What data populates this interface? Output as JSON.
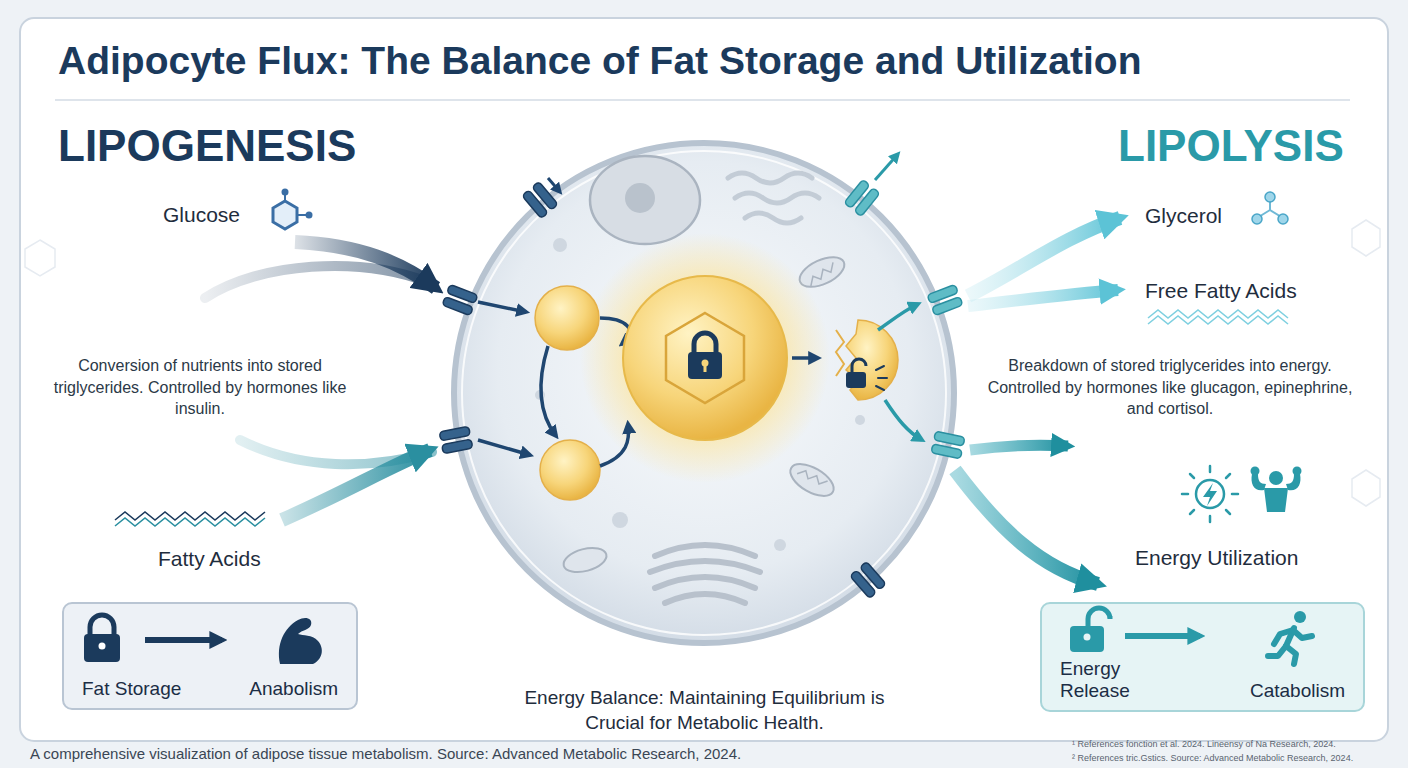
{
  "diagram": {
    "title": "Adipocyte Flux: The Balance of Fat Storage and Utilization",
    "caption": "A comprehensive visualization of adipose tissue metabolism. Source: Advanced Metabolic Research, 2024.",
    "nodes": [
      {
        "text": [
          "Fat Storage",
          "Anabolism"
        ]
      },
      {
        "text": [
          "Energy Release",
          "Catabolism"
        ]
      }
    ],
    "labels": [
      "LIPOGENESIS",
      "Glucose",
      "Conversion of nutrients into stored triglycerides. Controlled by hormones like insulin.",
      "Fatty Acids",
      "LIPOLYSIS",
      "Glycerol",
      "Free Fatty Acids",
      "Breakdown of stored triglycerides into energy. Controlled by hormones like glucagon, epinephrine, and cortisol.",
      "Energy Utilization",
      "Energy Balance: Maintaining Equilibrium is Crucial for Metabolic Health.",
      "¹ References fonction et al. 2024. Lineensy of Na Research, 2024.",
      "² References tric.Gstics. Source: Advanced Metabolic Research, 2024."
    ]
  }
}
